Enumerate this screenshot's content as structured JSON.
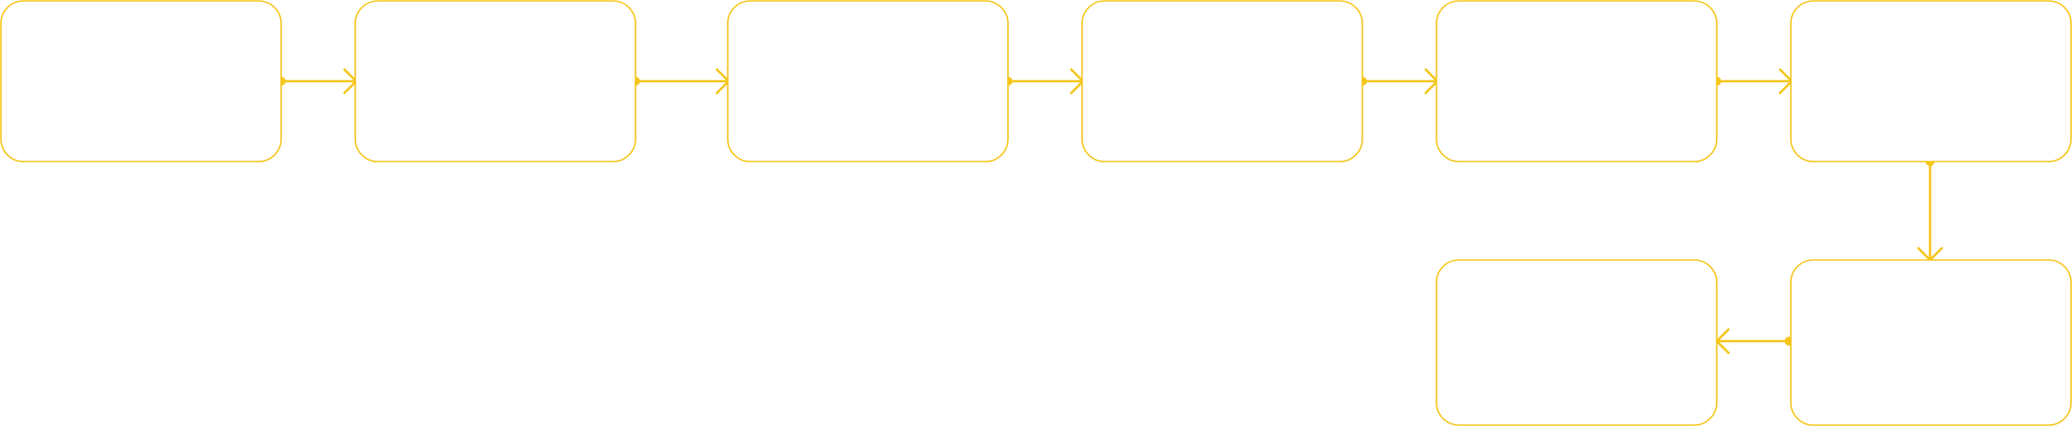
{
  "diagram": {
    "colors": {
      "stroke": "#f5c518",
      "background": "#ffffff"
    },
    "nodes": [
      {
        "id": "n1",
        "label": ""
      },
      {
        "id": "n2",
        "label": ""
      },
      {
        "id": "n3",
        "label": ""
      },
      {
        "id": "n4",
        "label": ""
      },
      {
        "id": "n5",
        "label": ""
      },
      {
        "id": "n6",
        "label": ""
      },
      {
        "id": "n7",
        "label": ""
      },
      {
        "id": "n8",
        "label": ""
      }
    ],
    "edges": [
      {
        "from": "n1",
        "to": "n2"
      },
      {
        "from": "n2",
        "to": "n3"
      },
      {
        "from": "n3",
        "to": "n4"
      },
      {
        "from": "n4",
        "to": "n5"
      },
      {
        "from": "n5",
        "to": "n6"
      },
      {
        "from": "n6",
        "to": "n7"
      },
      {
        "from": "n7",
        "to": "n8"
      }
    ]
  }
}
